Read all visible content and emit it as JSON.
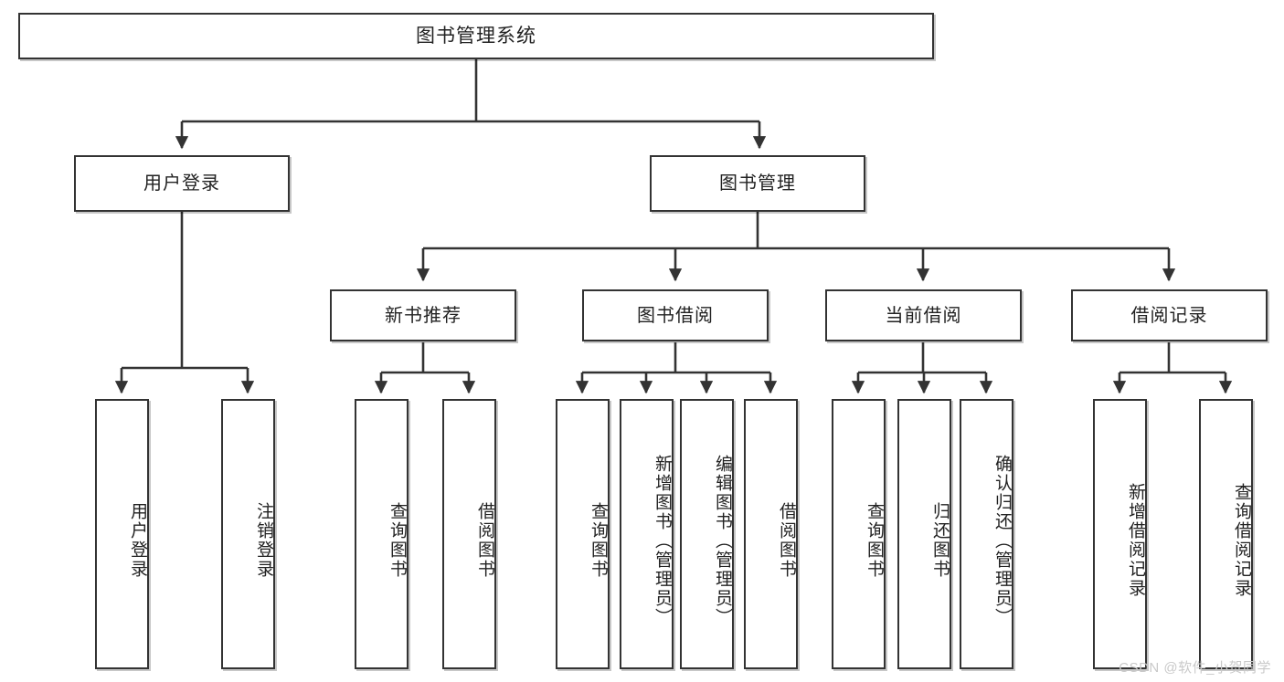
{
  "diagram": {
    "type": "tree",
    "title": "图书管理系统",
    "nodes": {
      "root": {
        "label": "图书管理系统",
        "level": 1,
        "orientation": "horizontal"
      },
      "user_login": {
        "label": "用户登录",
        "level": 2,
        "orientation": "horizontal"
      },
      "book_manage": {
        "label": "图书管理",
        "level": 2,
        "orientation": "horizontal"
      },
      "new_book_rec": {
        "label": "新书推荐",
        "level": 3,
        "orientation": "horizontal"
      },
      "book_borrow": {
        "label": "图书借阅",
        "level": 3,
        "orientation": "horizontal"
      },
      "current_borrow": {
        "label": "当前借阅",
        "level": 3,
        "orientation": "horizontal"
      },
      "borrow_record": {
        "label": "借阅记录",
        "level": 3,
        "orientation": "horizontal"
      },
      "leaf_user_login": {
        "label": "用户登录",
        "level": 3,
        "orientation": "vertical"
      },
      "leaf_user_logout": {
        "label": "注销登录",
        "level": 3,
        "orientation": "vertical"
      },
      "leaf_query_book_1": {
        "label": "查询图书",
        "level": 4,
        "orientation": "vertical"
      },
      "leaf_borrow_book_1": {
        "label": "借阅图书",
        "level": 4,
        "orientation": "vertical"
      },
      "leaf_query_book_2": {
        "label": "查询图书",
        "level": 4,
        "orientation": "vertical"
      },
      "leaf_add_book": {
        "label": "新增图书（管理员）",
        "level": 4,
        "orientation": "vertical"
      },
      "leaf_edit_book": {
        "label": "编辑图书（管理员）",
        "level": 4,
        "orientation": "vertical"
      },
      "leaf_borrow_book_2": {
        "label": "借阅图书",
        "level": 4,
        "orientation": "vertical"
      },
      "leaf_query_book_3": {
        "label": "查询图书",
        "level": 4,
        "orientation": "vertical"
      },
      "leaf_return_book": {
        "label": "归还图书",
        "level": 4,
        "orientation": "vertical"
      },
      "leaf_confirm_return": {
        "label": "确认归还（管理员）",
        "level": 4,
        "orientation": "vertical"
      },
      "leaf_add_record": {
        "label": "新增借阅记录",
        "level": 4,
        "orientation": "vertical"
      },
      "leaf_query_record": {
        "label": "查询借阅记录",
        "level": 4,
        "orientation": "vertical"
      }
    },
    "edges": [
      {
        "from": "root",
        "to": "user_login"
      },
      {
        "from": "root",
        "to": "book_manage"
      },
      {
        "from": "user_login",
        "to": "leaf_user_login"
      },
      {
        "from": "user_login",
        "to": "leaf_user_logout"
      },
      {
        "from": "book_manage",
        "to": "new_book_rec"
      },
      {
        "from": "book_manage",
        "to": "book_borrow"
      },
      {
        "from": "book_manage",
        "to": "current_borrow"
      },
      {
        "from": "book_manage",
        "to": "borrow_record"
      },
      {
        "from": "new_book_rec",
        "to": "leaf_query_book_1"
      },
      {
        "from": "new_book_rec",
        "to": "leaf_borrow_book_1"
      },
      {
        "from": "book_borrow",
        "to": "leaf_query_book_2"
      },
      {
        "from": "book_borrow",
        "to": "leaf_add_book"
      },
      {
        "from": "book_borrow",
        "to": "leaf_edit_book"
      },
      {
        "from": "book_borrow",
        "to": "leaf_borrow_book_2"
      },
      {
        "from": "current_borrow",
        "to": "leaf_query_book_3"
      },
      {
        "from": "current_borrow",
        "to": "leaf_return_book"
      },
      {
        "from": "current_borrow",
        "to": "leaf_confirm_return"
      },
      {
        "from": "borrow_record",
        "to": "leaf_add_record"
      },
      {
        "from": "borrow_record",
        "to": "leaf_query_record"
      }
    ],
    "colors": {
      "node_border": "#333333",
      "node_fill": "#ffffff",
      "edge": "#333333",
      "text": "#222222",
      "watermark": "#c9c9c9",
      "background": "#ffffff"
    }
  },
  "watermark": {
    "text": "CSDN @软件_小贺同学"
  }
}
